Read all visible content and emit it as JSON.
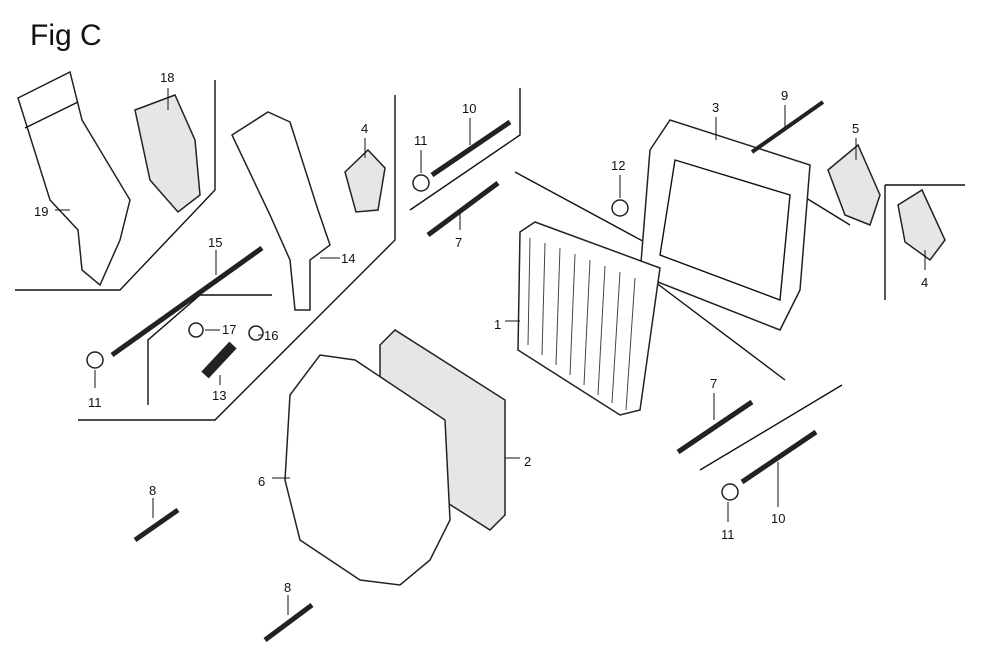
{
  "figure_title": "Fig C",
  "labels": {
    "p18": "18",
    "p19": "19",
    "p4a": "4",
    "p14": "14",
    "p15": "15",
    "p17": "17",
    "p16": "16",
    "p13": "13",
    "p11a": "11",
    "p10a": "10",
    "p11b": "11",
    "p7a": "7",
    "p12": "12",
    "p3": "3",
    "p9": "9",
    "p5": "5",
    "p4b": "4",
    "p1": "1",
    "p2": "2",
    "p6": "6",
    "p8a": "8",
    "p8b": "8",
    "p7b": "7",
    "p11c": "11",
    "p10b": "10"
  }
}
